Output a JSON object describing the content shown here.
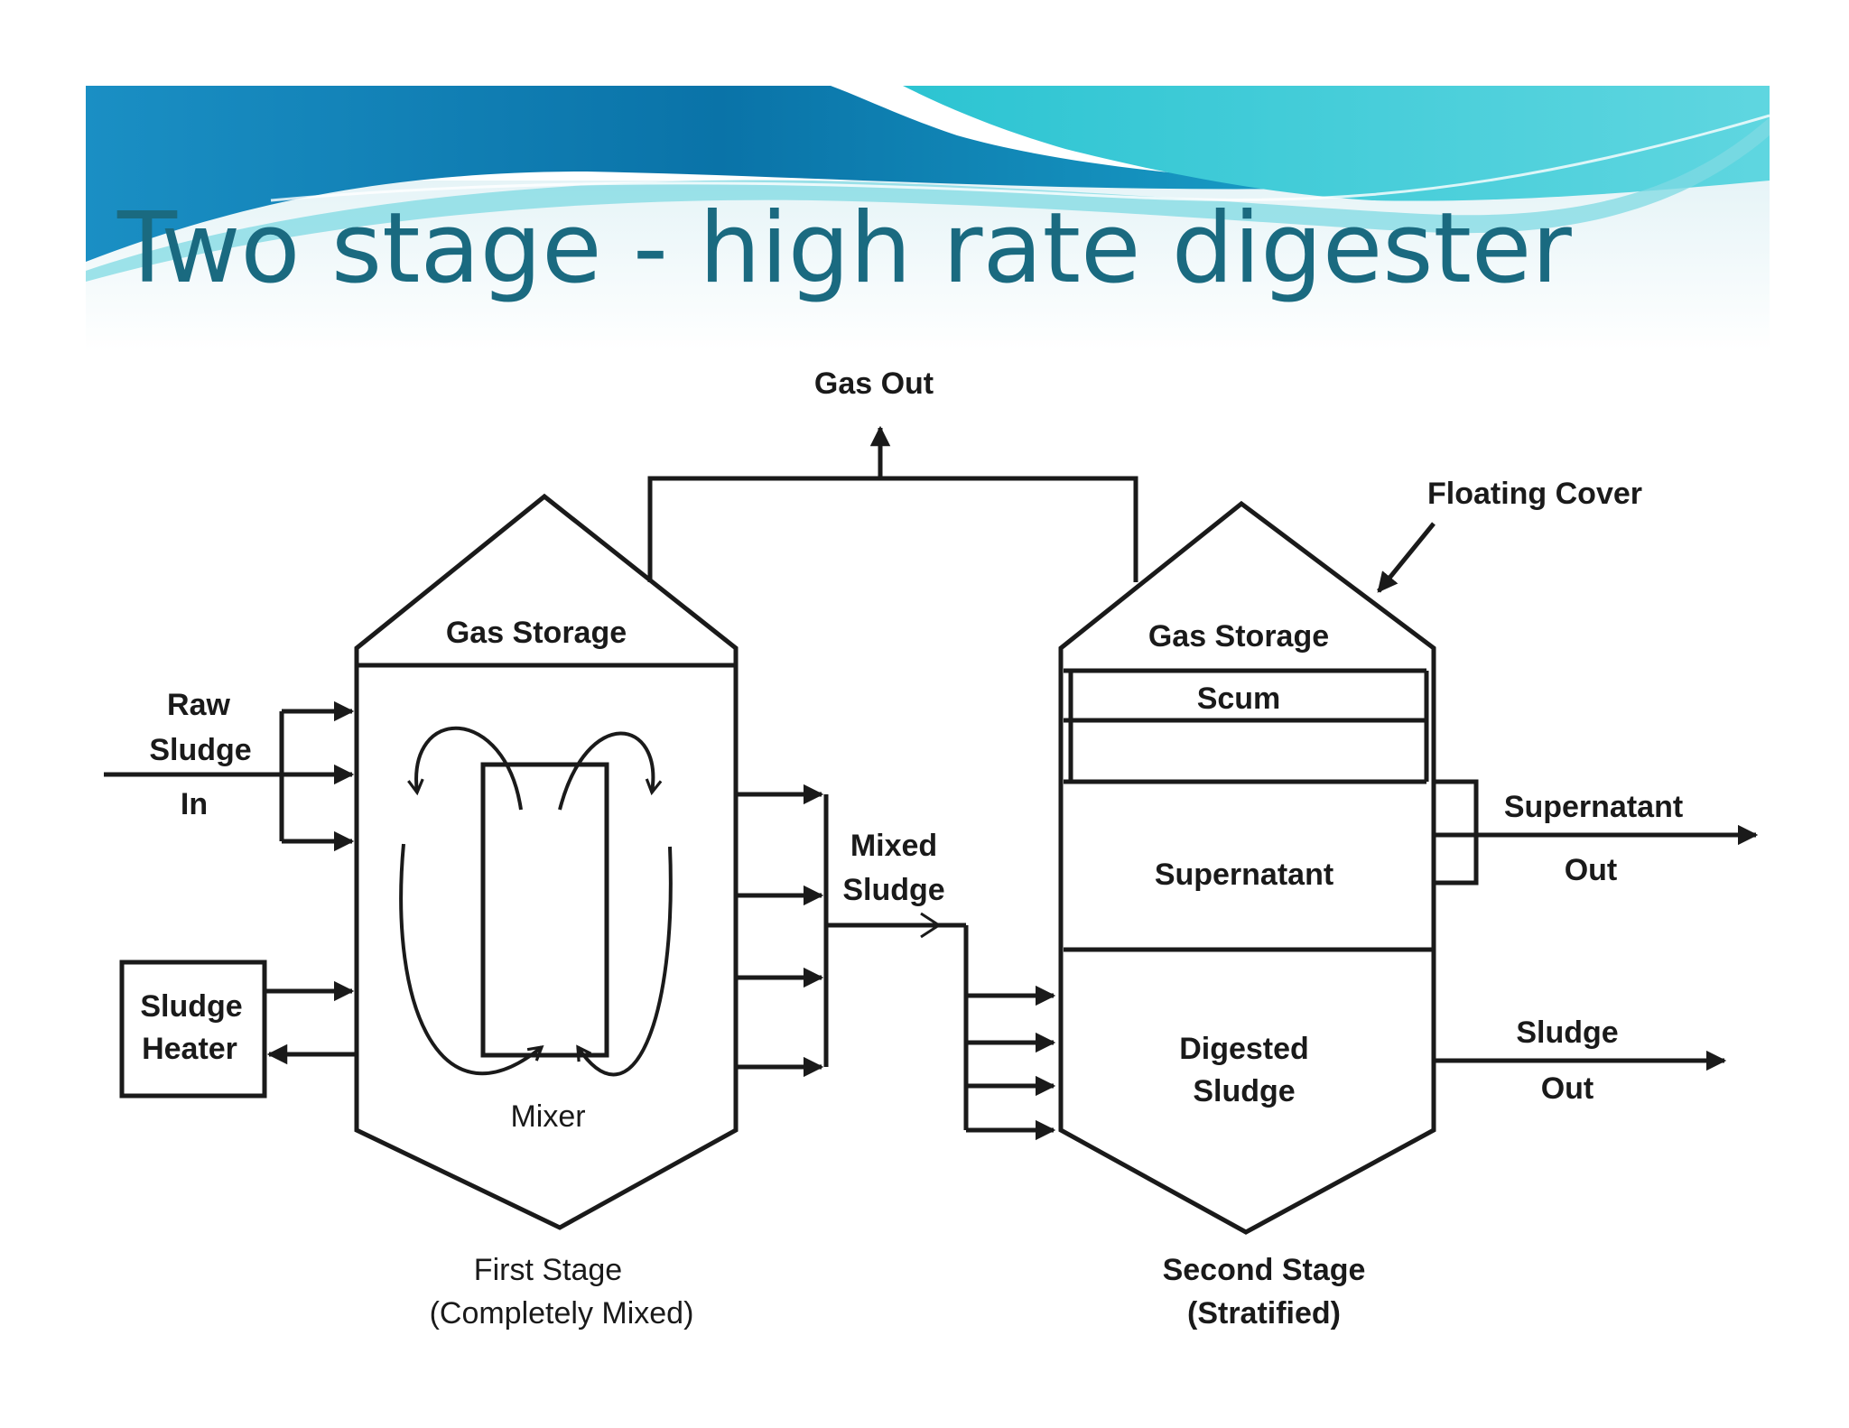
{
  "slide": {
    "title": "Two stage - high rate digester"
  },
  "diagram": {
    "gas_out": "Gas Out",
    "floating_cover": "Floating Cover",
    "first_stage": {
      "gas_storage": "Gas Storage",
      "mixer": "Mixer",
      "caption_line1": "First Stage",
      "caption_line2": "(Completely Mixed)"
    },
    "second_stage": {
      "gas_storage": "Gas Storage",
      "scum": "Scum",
      "supernatant": "Supernatant",
      "digested_line1": "Digested",
      "digested_line2": "Sludge",
      "caption_line1": "Second Stage",
      "caption_line2": "(Stratified)"
    },
    "raw_sludge": {
      "line1": "Raw",
      "line2": "Sludge",
      "line3": "In"
    },
    "sludge_heater": {
      "line1": "Sludge",
      "line2": "Heater"
    },
    "mixed_sludge": {
      "line1": "Mixed",
      "line2": "Sludge"
    },
    "supernatant_out": {
      "line1": "Supernatant",
      "line2": "Out"
    },
    "sludge_out": {
      "line1": "Sludge",
      "line2": "Out"
    }
  },
  "colors": {
    "title": "#1a6a80",
    "banner_dark": "#0a6fa3",
    "banner_light": "#3ec9d6",
    "line": "#1a1a1a"
  }
}
